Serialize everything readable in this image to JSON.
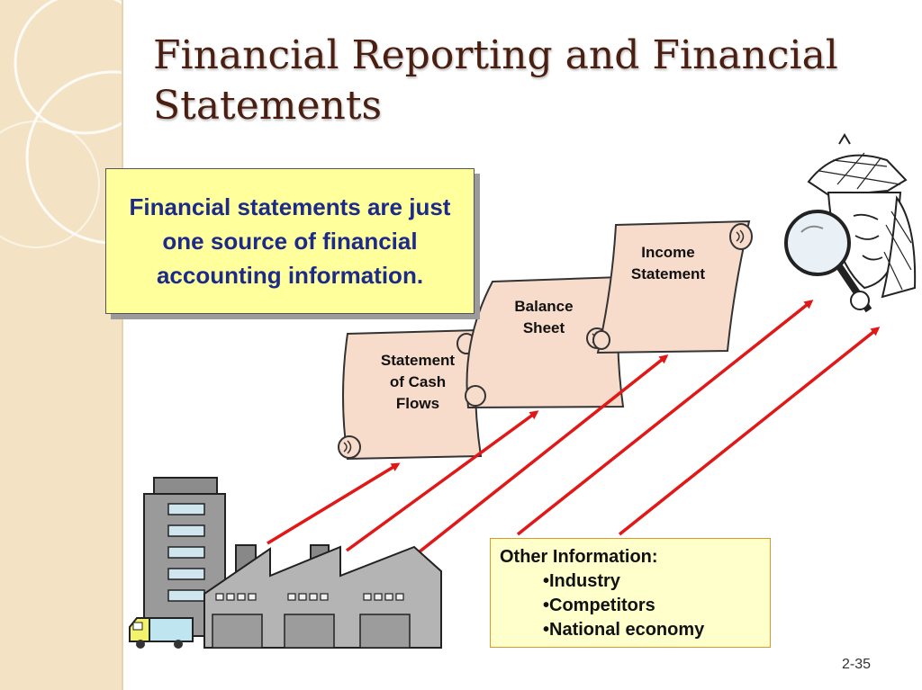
{
  "slide": {
    "title": "Financial Reporting and Financial Statements",
    "slide_number": "2-35"
  },
  "callout": {
    "text": "Financial statements are just one source of financial accounting information."
  },
  "statements": [
    {
      "label": "Statement\nof Cash\nFlows"
    },
    {
      "label": "Balance\nSheet"
    },
    {
      "label": "Income\nStatement"
    }
  ],
  "other_info": {
    "title": "Other Information:",
    "items": [
      "•Industry",
      "•Competitors",
      "•National economy"
    ]
  },
  "icons": {
    "company": "factory-building-icon",
    "investor": "detective-magnifier-icon",
    "delivery": "delivery-truck-icon"
  },
  "colors": {
    "title": "#4a1e10",
    "callout_bg": "#ffff9c",
    "callout_text": "#1c2a8a",
    "scroll_fill": "#f8dccb",
    "arrow": "#e01818",
    "other_bg": "#ffffcc",
    "other_border": "#d99a2b",
    "band": "#f3e3c4"
  }
}
